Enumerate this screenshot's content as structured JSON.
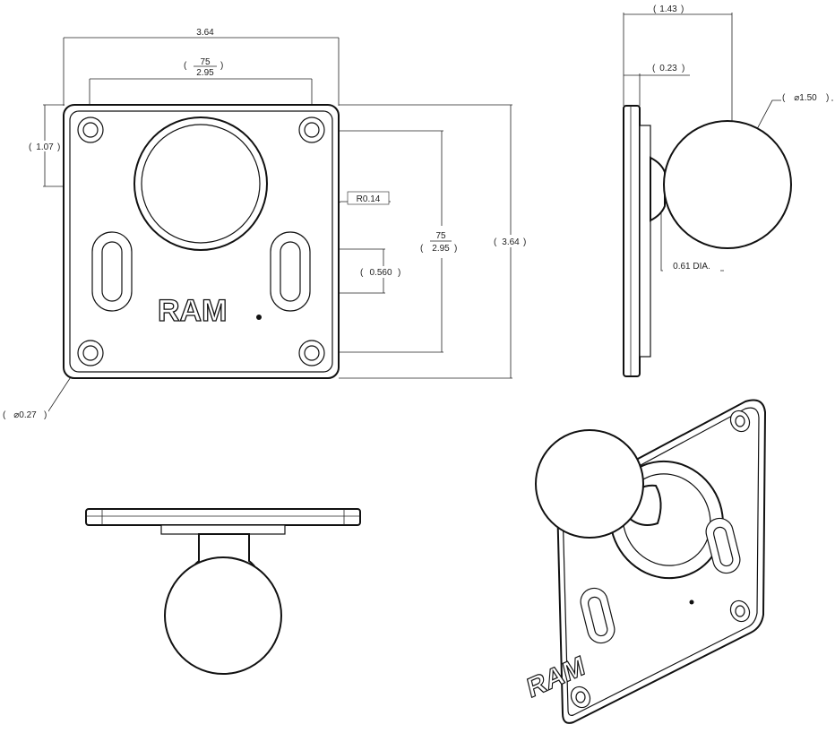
{
  "front": {
    "width": "3.64",
    "hole_spacing_mm": "75",
    "hole_spacing_in": "2.95",
    "center_offset": "1.07",
    "slot_radius": "R0.14",
    "slot_length": "0.560",
    "height": "3.64",
    "hole_dia": "⌀0.27",
    "logo": "RAM"
  },
  "side": {
    "depth": "1.43",
    "plate_thickness": "0.23",
    "ball_dia": "⌀1.50",
    "neck_dia": "0.61 DIA."
  },
  "iso": {
    "logo": "RAM"
  }
}
